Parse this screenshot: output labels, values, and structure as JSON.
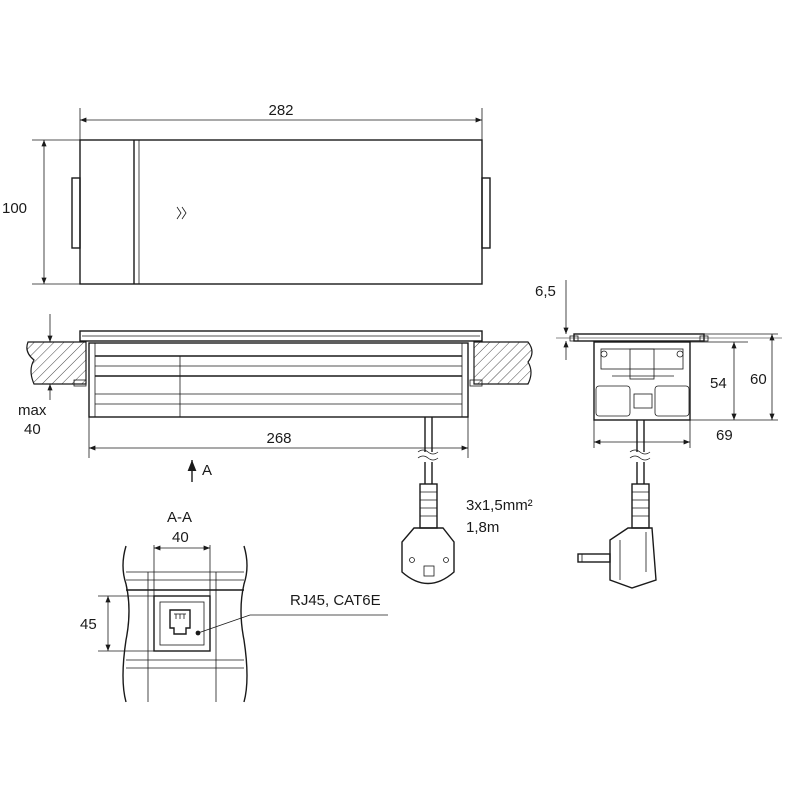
{
  "dimensions": {
    "top_length": "282",
    "top_height": "100",
    "bottom_length": "268",
    "depth_label_1": "max",
    "depth_label_2": "40",
    "lid_thickness": "6,5",
    "side_height_inner": "54",
    "side_height_outer": "60",
    "side_width": "69",
    "section_width": "40",
    "section_height": "45"
  },
  "labels": {
    "view_arrow": "A",
    "section_title": "A-A",
    "cable_spec": "3x1,5mm²",
    "cable_length": "1,8m",
    "socket": "RJ45, CAT6E"
  },
  "icons": {
    "lid_symbol": "double-chevron-right-icon",
    "plug": "schuko-plug-icon"
  }
}
